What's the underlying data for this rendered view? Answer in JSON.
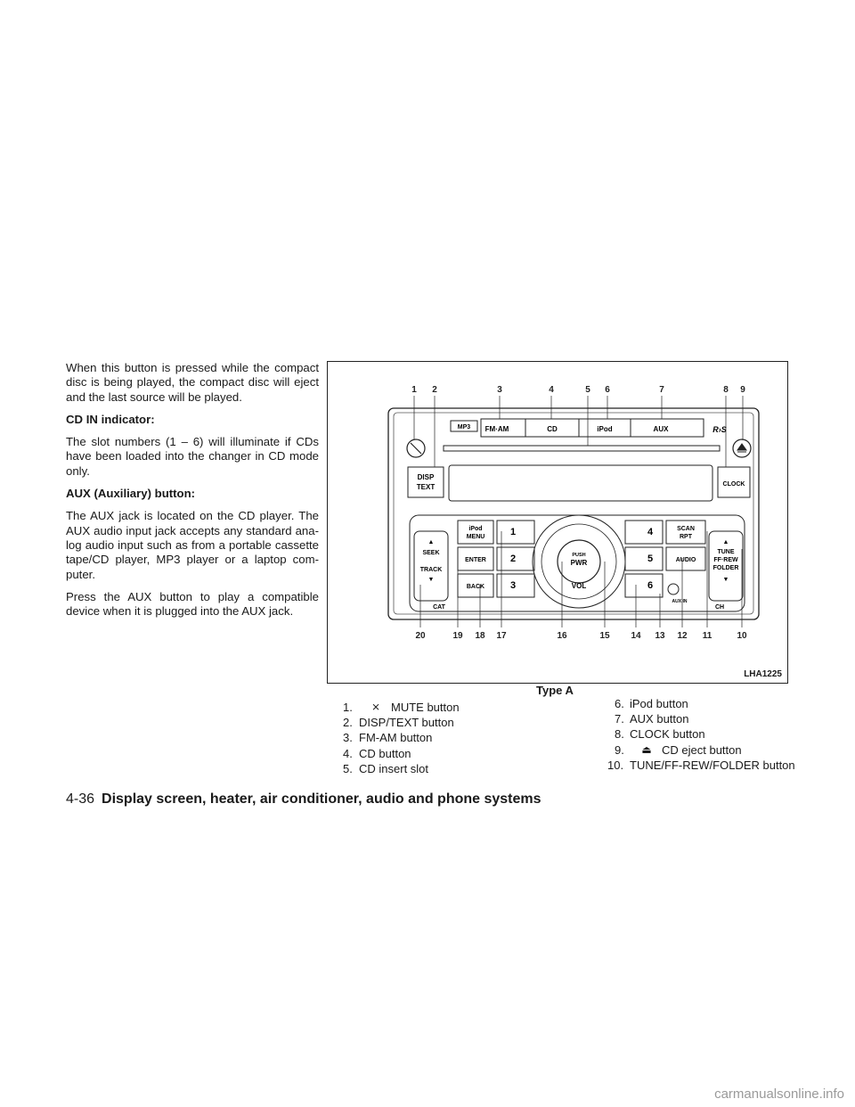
{
  "body": {
    "p1": "When this button is pressed while the compact disc is being played, the compact disc will eject and the last source will be played.",
    "h1": "CD IN indicator:",
    "p2": "The slot numbers (1 – 6) will illuminate if CDs have been loaded into the changer in CD mode only.",
    "h2": "AUX (Auxiliary) button:",
    "p3": "The AUX jack is located on the CD player. The AUX audio input jack accepts any standard ana-log audio input such as from a portable cassette tape/CD player, MP3 player or a laptop com-puter.",
    "p4": "Press the AUX button to play a compatible device when it is plugged into the AUX jack."
  },
  "figure": {
    "code": "LHA1225",
    "caption": "Type A",
    "top_numbers": [
      "1",
      "2",
      "3",
      "4",
      "5",
      "6",
      "7",
      "8",
      "9"
    ],
    "bottom_numbers": [
      "20",
      "19",
      "18",
      "17",
      "16",
      "15",
      "14",
      "13",
      "12",
      "11",
      "10"
    ],
    "labels": {
      "mp3": "MP3",
      "fmam": "FM·AM",
      "cd": "CD",
      "ipod": "iPod",
      "aux": "AUX",
      "disp": "DISP",
      "text": "TEXT",
      "clock": "CLOCK",
      "seek": "SEEK",
      "track": "TRACK",
      "cat": "CAT",
      "ipod_menu_1": "iPod",
      "ipod_menu_2": "MENU",
      "enter": "ENTER",
      "back": "BACK",
      "p1": "1",
      "p2": "2",
      "p3": "3",
      "p4": "4",
      "p5": "5",
      "p6": "6",
      "push": "PUSH",
      "pwr": "PWR",
      "vol": "VOL",
      "scan": "SCAN",
      "rpt": "RPT",
      "audio": "AUDIO",
      "tune": "TUNE",
      "ffrew": "FF·REW",
      "folder": "FOLDER",
      "ch": "CH",
      "auxin": "AUX    IN"
    }
  },
  "list_left": [
    {
      "num": "1.",
      "text": "MUTE button",
      "icon": "mute-icon"
    },
    {
      "num": "2.",
      "text": "DISP/TEXT button"
    },
    {
      "num": "3.",
      "text": "FM-AM button"
    },
    {
      "num": "4.",
      "text": "CD button"
    },
    {
      "num": "5.",
      "text": "CD insert slot"
    }
  ],
  "list_right": [
    {
      "num": "6.",
      "text": "iPod button"
    },
    {
      "num": "7.",
      "text": "AUX button"
    },
    {
      "num": "8.",
      "text": "CLOCK button"
    },
    {
      "num": "9.",
      "text": "CD eject button",
      "icon": "eject-icon"
    },
    {
      "num": "10.",
      "text": "TUNE/FF-REW/FOLDER button"
    }
  ],
  "footer": {
    "page": "4-36",
    "section": "Display screen, heater, air conditioner, audio and phone systems"
  },
  "watermark": "carmanualsonline.info"
}
